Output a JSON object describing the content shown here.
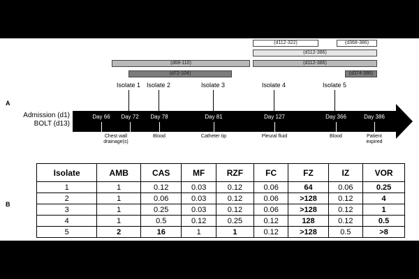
{
  "panel_a_label": "A",
  "panel_b_label": "B",
  "timeline": {
    "start_label": [
      "Admission (d1)",
      "BOLT (d13)"
    ],
    "days": [
      "Day 66",
      "Day 72",
      "Day 78",
      "Day 81",
      "Day 127",
      "Day 366",
      "Day 386"
    ],
    "isolates": [
      "Isolate 1",
      "Isolate 2",
      "Isolate 3",
      "Isolate 4",
      "Isolate 5"
    ],
    "events": [
      "Chest wall drainage(s)",
      "Blood",
      "Catheter tip",
      "Pleural fluid",
      "Blood",
      "Patient expired"
    ],
    "ranges": [
      "(d68-110)",
      "(d72-104)",
      "(d112-322)",
      "(d368-386)",
      "(d112-386)",
      "(d112-386)",
      "(d374-386)"
    ]
  },
  "table": {
    "headers": [
      "Isolate",
      "AMB",
      "CAS",
      "MF",
      "RZF",
      "FC",
      "FZ",
      "IZ",
      "VOR"
    ],
    "rows": [
      [
        "1",
        "1",
        "0.12",
        "0.03",
        "0.12",
        "0.06",
        "64",
        "0.06",
        "0.25"
      ],
      [
        "2",
        "1",
        "0.06",
        "0.03",
        "0.12",
        "0.06",
        ">128",
        "0.12",
        "4"
      ],
      [
        "3",
        "1",
        "0.25",
        "0.03",
        "0.12",
        "0.06",
        ">128",
        "0.12",
        "1"
      ],
      [
        "4",
        "1",
        "0.5",
        "0.12",
        "0.25",
        "0.12",
        "128",
        "0.12",
        "0.5"
      ],
      [
        "5",
        "2",
        "16",
        "1",
        "1",
        "0.12",
        ">128",
        "0.5",
        ">8"
      ]
    ]
  }
}
